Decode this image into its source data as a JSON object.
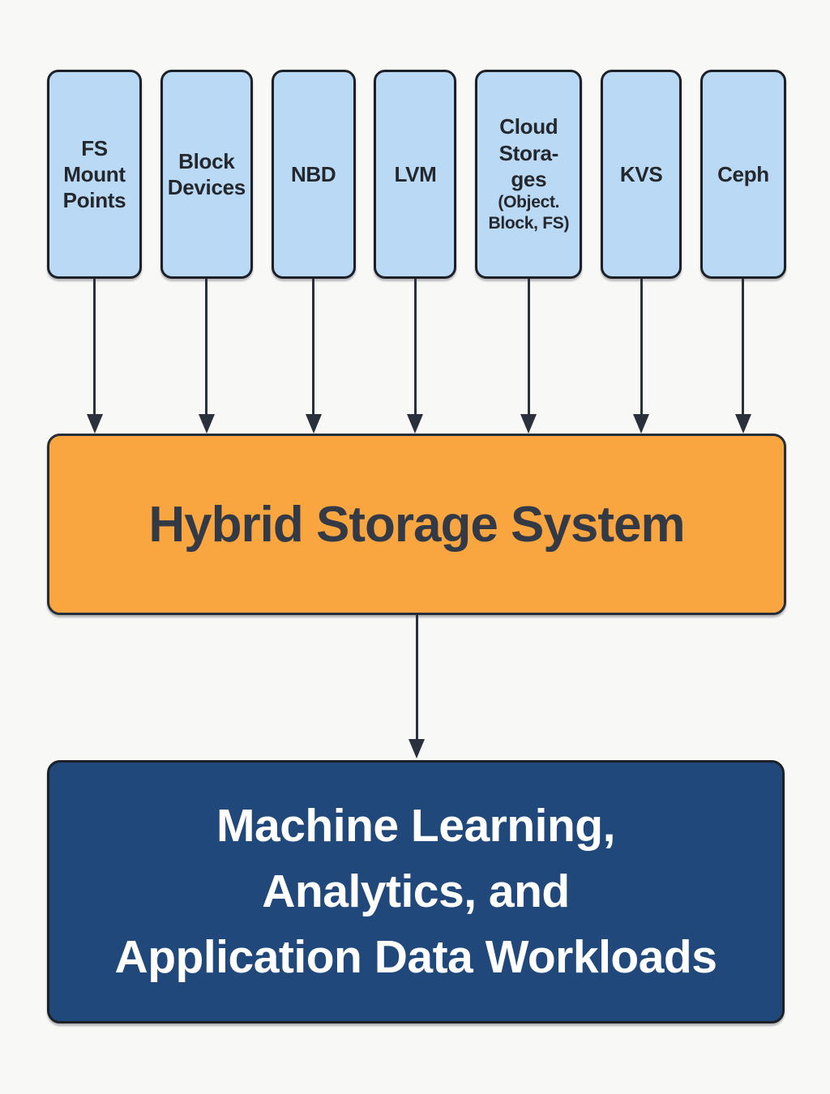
{
  "diagram": {
    "top_boxes": [
      {
        "id": "fs-mount-points",
        "label": "FS\nMount\nPoints"
      },
      {
        "id": "block-devices",
        "label": "Block\nDevices"
      },
      {
        "id": "nbd",
        "label": "NBD"
      },
      {
        "id": "lvm",
        "label": "LVM"
      },
      {
        "id": "cloud-storages",
        "label": "Cloud\nStora-\nges",
        "sublabel": "(Object.\nBlock, FS)"
      },
      {
        "id": "kvs",
        "label": "KVS"
      },
      {
        "id": "ceph",
        "label": "Ceph"
      }
    ],
    "hybrid_box": {
      "label": "Hybrid Storage System"
    },
    "workloads_box": {
      "label": "Machine Learning,\nAnalytics, and\nApplication Data Workloads"
    },
    "colors": {
      "light_blue": "#bad9f5",
      "orange": "#f9a640",
      "dark_blue": "#20487a",
      "ink": "#1d2127",
      "ink_navy": "#252e3b",
      "arrow": "#2a313c",
      "text_dark": "#24272c",
      "hybrid_text": "#333a46",
      "white": "#ffffff",
      "background": "#f8f8f7"
    }
  }
}
